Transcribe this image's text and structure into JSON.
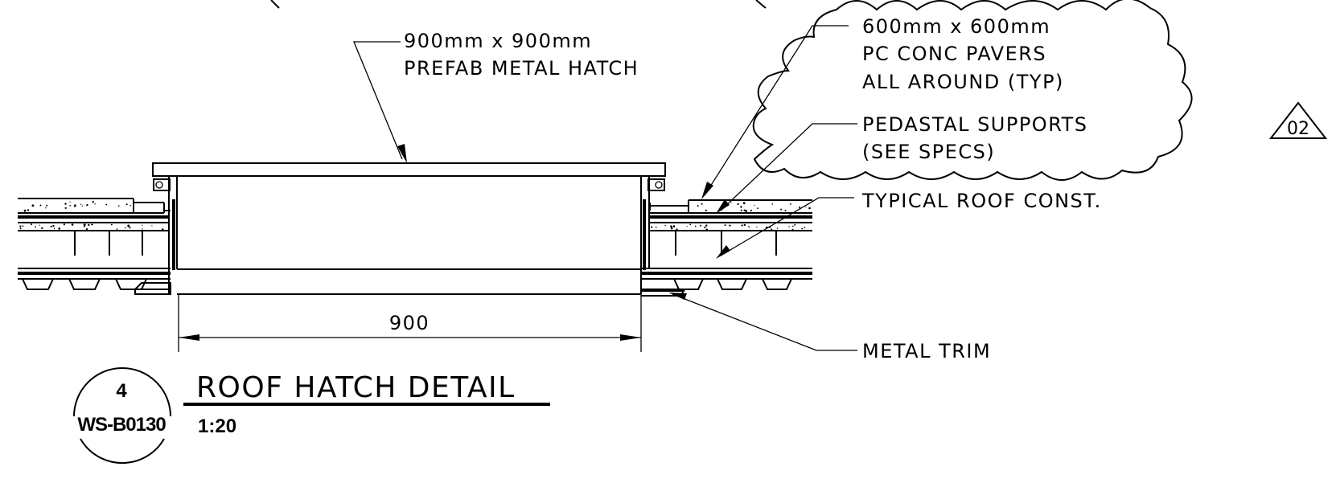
{
  "labels": {
    "hatch_line1": "900mm x 900mm",
    "hatch_line2": "PREFAB METAL HATCH",
    "pavers_line1": "600mm x 600mm",
    "pavers_line2": "PC CONC PAVERS",
    "pavers_line3": "ALL AROUND (TYP)",
    "pedestal_line1": "PEDASTAL SUPPORTS",
    "pedestal_line2": "(SEE SPECS)",
    "roof_const": "TYPICAL ROOF CONST.",
    "metal_trim": "METAL TRIM",
    "dimension": "900"
  },
  "revision": {
    "number": "02"
  },
  "title_block": {
    "detail_number": "4",
    "sheet_ref": "WS-B0130",
    "title": "ROOF HATCH DETAIL",
    "scale": "1:20"
  }
}
